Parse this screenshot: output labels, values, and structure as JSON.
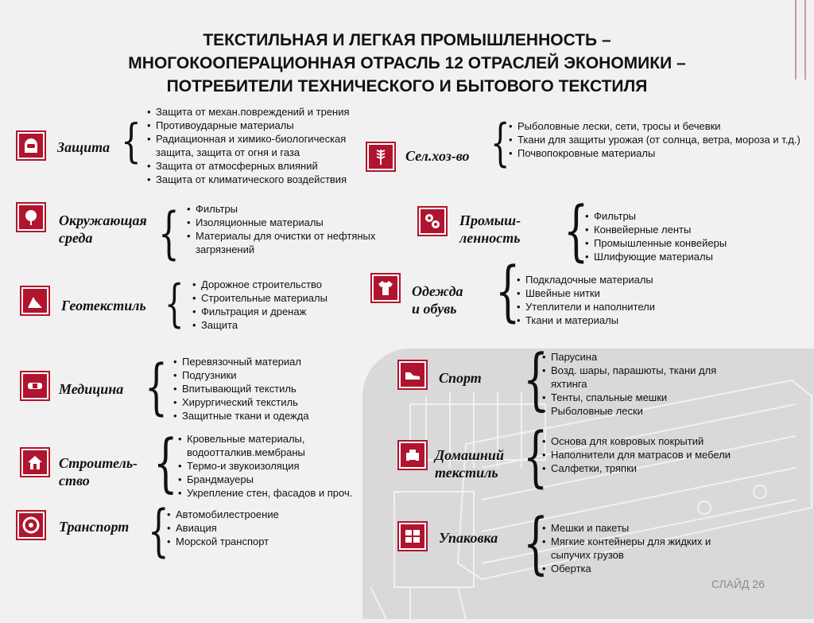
{
  "title": {
    "line1": "ТЕКСТИЛЬНАЯ И ЛЕГКАЯ ПРОМЫШЛЕННОСТЬ –",
    "line2": "МНОГОКООПЕРАЦИОННАЯ ОТРАСЛЬ 12 ОТРАСЛЕЙ ЭКОНОМИКИ –",
    "line3": "ПОТРЕБИТЕЛИ ТЕХНИЧЕСКОГО И БЫТОВОГО ТЕКСТИЛЯ"
  },
  "colors": {
    "accent": "#b0142e",
    "background": "#f1f1f1",
    "panel": "#d9d9d9"
  },
  "sectors": {
    "zashchita": {
      "icon": "helmet-icon",
      "label": "Защита",
      "items": [
        "Защита от механ.повреждений и трения",
        "Противоударные материалы",
        "Радиационная и химико-биологическая защита, защита от огня и газа",
        "Защита от атмосферных влияний",
        "Защита от климатического воздействия"
      ]
    },
    "selkhoz": {
      "icon": "wheat-icon",
      "label": "Сел.хоз-во",
      "items": [
        "Рыболовные лески, сети, тросы и бечевки",
        "Ткани  для защиты урожая (от солнца, ветра, мороза и т.д.)",
        "Почвопокровные материалы"
      ]
    },
    "okruzh": {
      "icon": "tree-icon",
      "label1": "Окружающая",
      "label2": "среда",
      "items": [
        "Фильтры",
        "Изоляционные материалы",
        "Материалы для очистки от нефтяных загрязнений"
      ]
    },
    "promysh": {
      "icon": "gears-icon",
      "label1": "Промыш-",
      "label2": "ленность",
      "items": [
        "Фильтры",
        "Конвейерные ленты",
        "Промышленные конвейеры",
        "Шлифующие материалы"
      ]
    },
    "geotex": {
      "icon": "embankment-icon",
      "label": "Геотекстиль",
      "items": [
        "Дорожное строительство",
        "Строительные материалы",
        "Фильтрация и дренаж",
        "Защита"
      ]
    },
    "odezhda": {
      "icon": "shirt-icon",
      "label1": "Одежда",
      "label2": "и обувь",
      "items": [
        "Подкладочные материалы",
        "Швейные нитки",
        "Утеплители и наполнители",
        "Ткани и материалы"
      ]
    },
    "medicina": {
      "icon": "bandage-icon",
      "label": "Медицина",
      "items": [
        "Перевязочный материал",
        "Подгузники",
        "Впитывающий текстиль",
        "Хирургический текстиль",
        "Защитные ткани и одежда"
      ]
    },
    "sport": {
      "icon": "sneaker-icon",
      "label": "Спорт",
      "items": [
        "Парусина",
        "Возд. шары, парашюты, ткани для яхтинга",
        "Тенты, спальные мешки",
        "Рыболовные лески"
      ]
    },
    "stroit": {
      "icon": "house-icon",
      "label1": "Строитель-",
      "label2": "ство",
      "items": [
        "Кровельные материалы, водоотталкив.мембраны",
        "Термо-и звукоизоляция",
        "Брандмауеры",
        "Укрепление стен, фасадов и проч."
      ]
    },
    "domash": {
      "icon": "armchair-icon",
      "label1": "Домашний",
      "label2": "текстиль",
      "items": [
        "Основа для ковровых покрытий",
        "Наполнители для матрасов и мебели",
        "Салфетки, тряпки"
      ]
    },
    "transport": {
      "icon": "wheel-icon",
      "label": "Транспорт",
      "items": [
        "Автомобилестроение",
        "Авиация",
        "Морской транспорт"
      ]
    },
    "upakovka": {
      "icon": "boxes-icon",
      "label": "Упаковка",
      "items": [
        "Мешки и пакеты",
        "Мягкие контейнеры для жидких и сыпучих грузов",
        "Обертка"
      ]
    }
  },
  "footer": {
    "slide": "СЛАЙД 26"
  }
}
